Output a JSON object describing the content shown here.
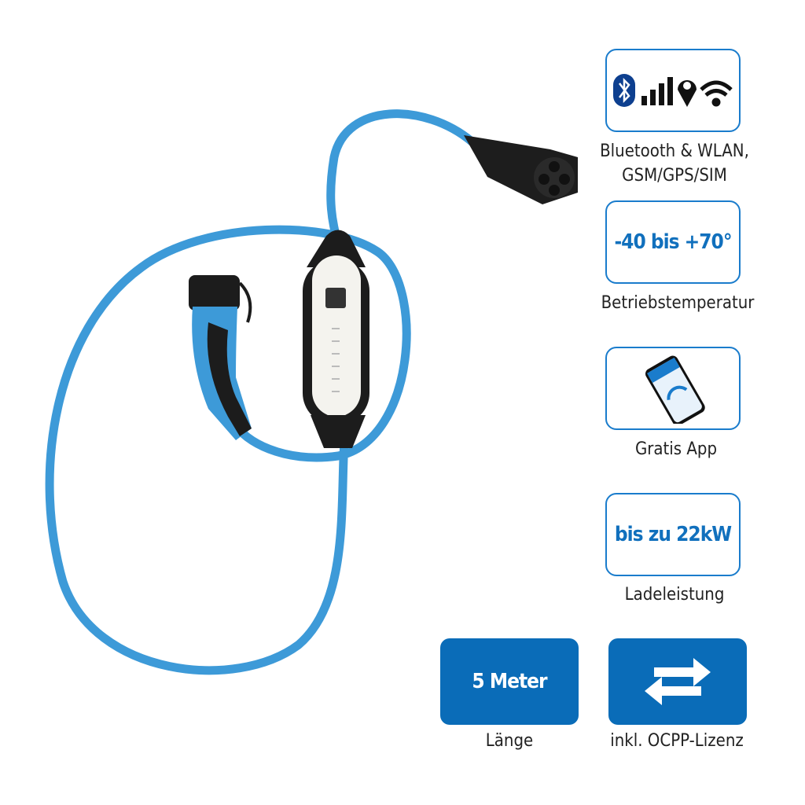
{
  "features": [
    {
      "icons": [
        "bluetooth-icon",
        "signal-bars-icon",
        "location-pin-icon",
        "wifi-icon"
      ],
      "label_lines": [
        "Bluetooth & WLAN,",
        "GSM/GPS/SIM"
      ]
    },
    {
      "value": "-40 bis +70°",
      "label": "Betriebstemperatur"
    },
    {
      "icons": [
        "smartphone-app-icon"
      ],
      "label": "Gratis App"
    },
    {
      "value": "bis zu 22kW",
      "label": "Ladeleistung"
    }
  ],
  "bottom": [
    {
      "value": "5 Meter",
      "label": "Länge"
    },
    {
      "icons": [
        "swap-arrows-icon"
      ],
      "label": "inkl. OCPP-Lizenz"
    }
  ],
  "colors": {
    "accent": "#0a6cb8",
    "border": "#1a7ccc",
    "cable": "#3a9ad9"
  }
}
